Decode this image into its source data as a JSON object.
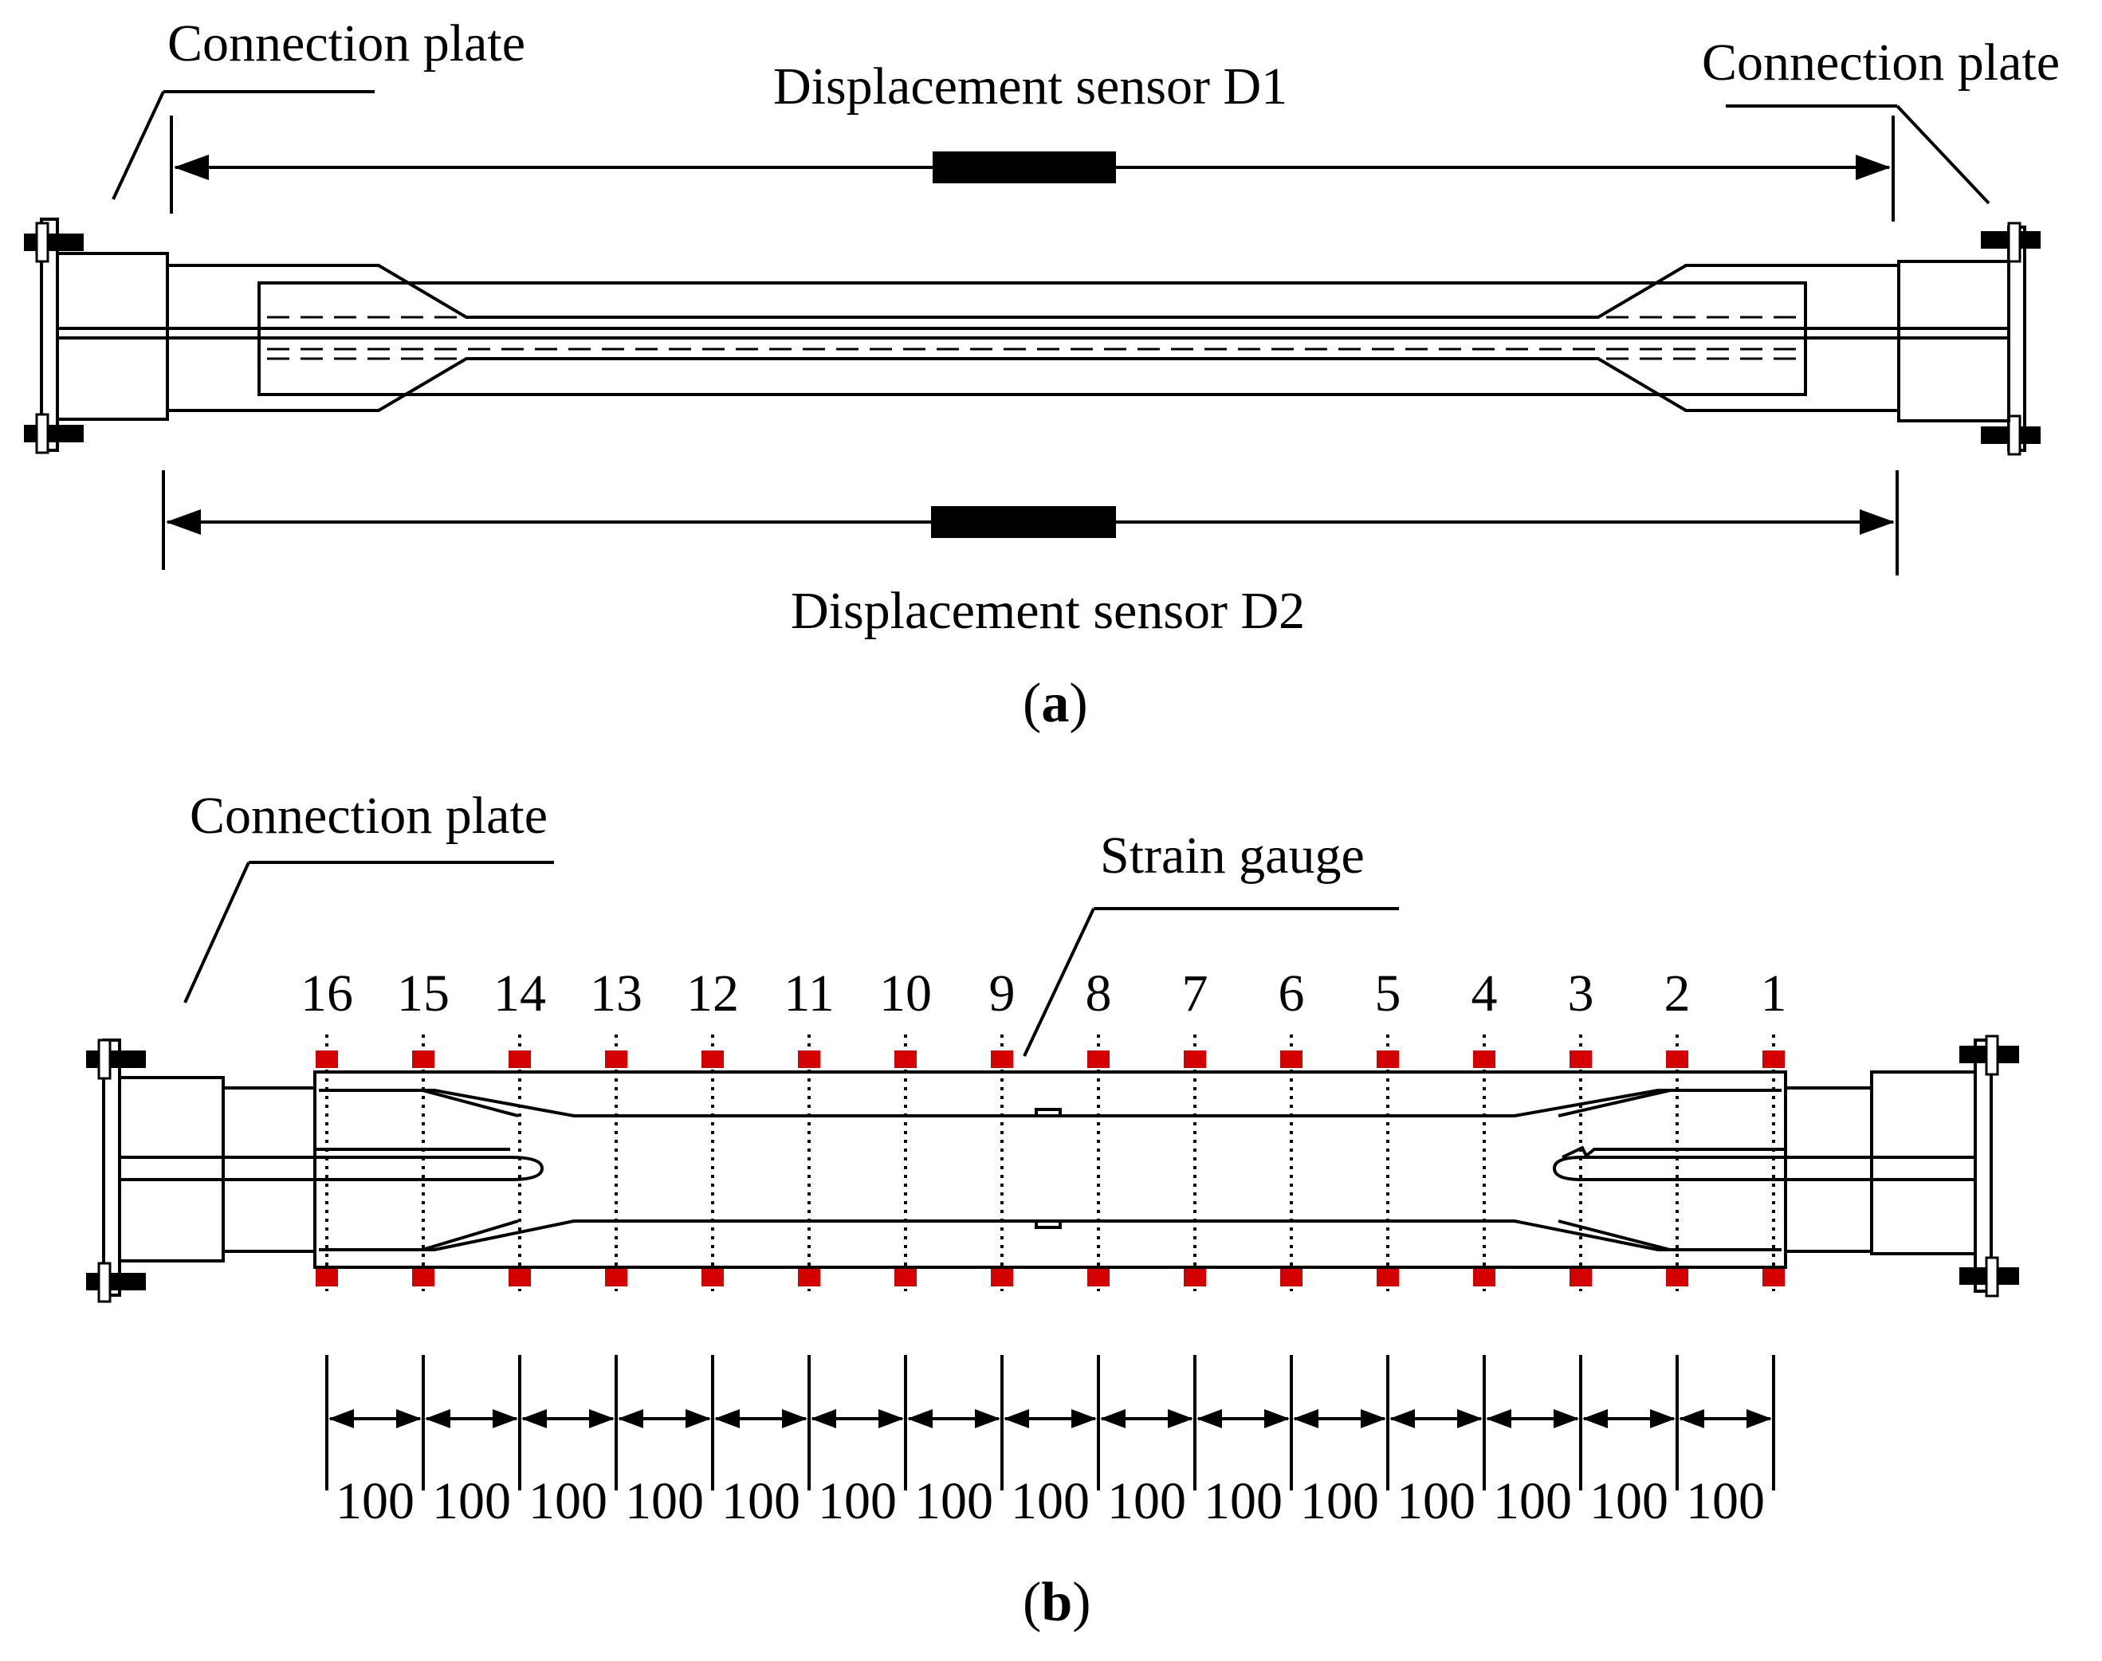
{
  "panel_a": {
    "left_label": "Connection plate",
    "right_label": "Connection plate",
    "sensor_top_label": "Displacement sensor D1",
    "sensor_bottom_label": "Displacement sensor D2",
    "caption_open": "(",
    "caption_letter": "a",
    "caption_close": ")"
  },
  "panel_b": {
    "left_label": "Connection plate",
    "gauge_label": "Strain gauge",
    "gauge_color": "#d40000",
    "gauge_numbers": [
      "16",
      "15",
      "14",
      "13",
      "12",
      "11",
      "10",
      "9",
      "8",
      "7",
      "6",
      "5",
      "4",
      "3",
      "2",
      "1"
    ],
    "spacing_values": [
      "100",
      "100",
      "100",
      "100",
      "100",
      "100",
      "100",
      "100",
      "100",
      "100",
      "100",
      "100",
      "100",
      "100",
      "100"
    ],
    "caption_open": "(",
    "caption_letter": "b",
    "caption_close": ")"
  }
}
